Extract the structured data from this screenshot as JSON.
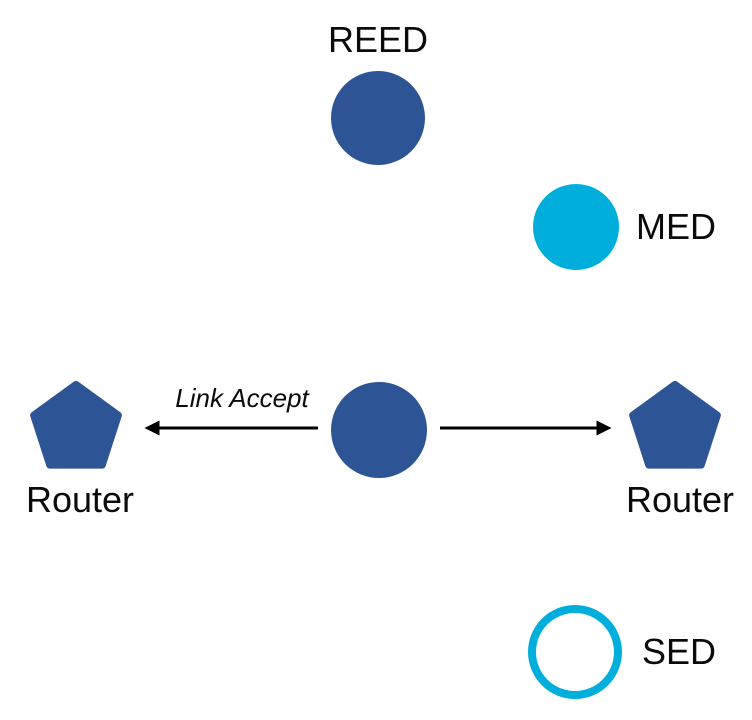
{
  "diagram": {
    "type": "network-topology",
    "colors": {
      "router_blue": "#2D5596",
      "end_device_cyan": "#00AEDB",
      "line_black": "#000000",
      "text_black": "#0b0b0b",
      "background": "#ffffff"
    },
    "nodes": [
      {
        "id": "reed",
        "label": "REED",
        "shape": "filled-circle",
        "color": "#2D5596",
        "label_position": "top"
      },
      {
        "id": "med",
        "label": "MED",
        "shape": "filled-circle",
        "color": "#00AEDB",
        "label_position": "right"
      },
      {
        "id": "center",
        "label": "",
        "shape": "filled-circle",
        "color": "#2D5596",
        "label_position": "none"
      },
      {
        "id": "router-left",
        "label": "Router",
        "shape": "pentagon",
        "color": "#2D5596",
        "label_position": "bottom"
      },
      {
        "id": "router-right",
        "label": "Router",
        "shape": "pentagon",
        "color": "#2D5596",
        "label_position": "bottom"
      },
      {
        "id": "sed",
        "label": "SED",
        "shape": "outlined-circle",
        "color": "#00AEDB",
        "label_position": "right"
      }
    ],
    "edges": [
      {
        "from": "center",
        "to": "router-left",
        "label": "Link Accept",
        "arrow_direction": "left"
      },
      {
        "from": "center",
        "to": "router-right",
        "label": "",
        "arrow_direction": "right"
      }
    ]
  }
}
